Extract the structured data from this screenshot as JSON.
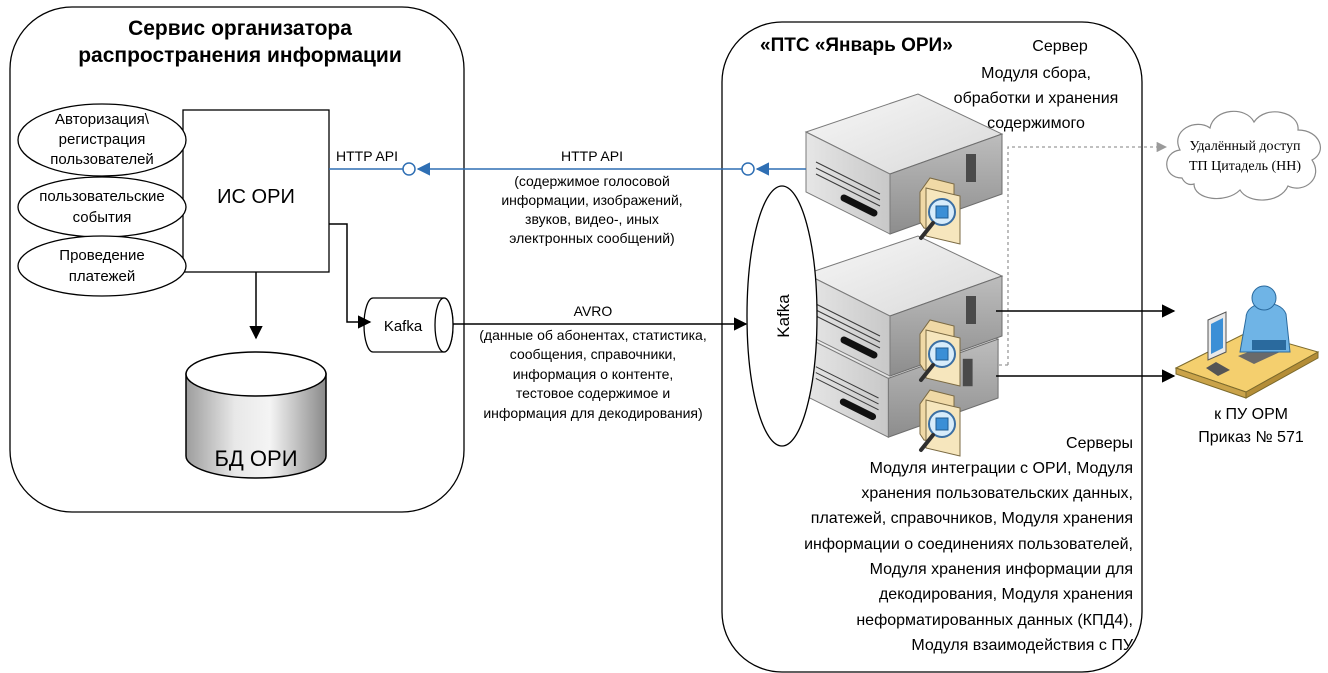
{
  "left_panel": {
    "title_line1": "Сервис организатора",
    "title_line2": "распространения информации",
    "ovals": [
      [
        "Авторизация\\",
        "регистрация",
        "пользователей"
      ],
      [
        "пользовательские",
        "события"
      ],
      [
        "Проведение",
        "платежей"
      ]
    ],
    "is_ori": "ИС ОРИ",
    "kafka": "Kafka",
    "db": "БД ОРИ"
  },
  "connections": {
    "http_left_label": "HTTP API",
    "http_center_label": "HTTP API",
    "http_desc": [
      "(содержимое голосовой",
      "информации, изображений,",
      "звуков, видео-, иных",
      "электронных сообщений)"
    ],
    "avro_label": "AVRO",
    "avro_desc": [
      "(данные об абонентах, статистика,",
      "сообщения, справочники,",
      "информация о контенте,",
      "тестовое содержимое и",
      "информация для декодирования)"
    ]
  },
  "right_panel": {
    "title": "«ПТС «Январь ОРИ»",
    "server_label": [
      "Сервер",
      "Модуля сбора,",
      "обработки и хранения",
      "содержимого"
    ],
    "kafka": "Kafka",
    "servers_label": [
      "Серверы",
      "Модуля интеграции с ОРИ, Модуля",
      "хранения пользовательских данных,",
      "платежей, справочников, Модуля хранения",
      "информации о соединениях пользователей,",
      "Модуля хранения информации для",
      "декодирования, Модуля хранения",
      "неформатированных данных (КПД4),",
      "Модуля взаимодействия с ПУ"
    ]
  },
  "cloud": [
    "Удалённый доступ",
    "ТП Цитадель (НН)"
  ],
  "pu": [
    "к ПУ ОРМ",
    "Приказ № 571"
  ],
  "colors": {
    "http_line": "#2f6fb4",
    "stroke": "#000000",
    "dashed": "#9a9a9a"
  }
}
